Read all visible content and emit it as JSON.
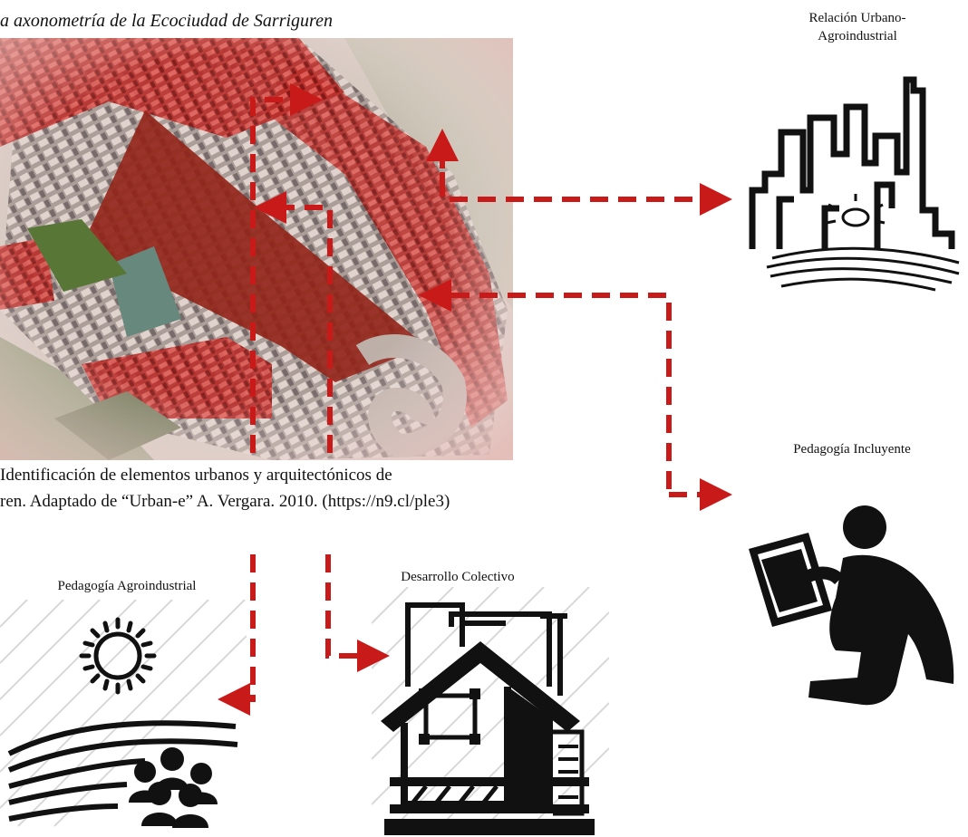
{
  "title": "a axonometría de la Ecociudad de Sarriguren",
  "caption": {
    "line1": "Identificación de elementos urbanos y arquitectónicos de",
    "line2": "ren. Adaptado de “Urban-e” A. Vergara. 2010. (https://n9.cl/ple3)"
  },
  "labels": {
    "relacion": "Relación Urbano-\nAgroindustrial",
    "incluyente": "Pedagogía Incluyente",
    "agroindustrial": "Pedagogía Agroindustrial",
    "colectivo": "Desarrollo Colectivo"
  },
  "icons": {
    "relacion": "city-skyline-icon",
    "incluyente": "kneeling-reader-icon",
    "agroindustrial": "sun-field-community-icon",
    "colectivo": "house-construction-icon"
  },
  "colors": {
    "arrow": "#c91a1a",
    "highlight": "#c81e1e",
    "icon": "#111111"
  }
}
